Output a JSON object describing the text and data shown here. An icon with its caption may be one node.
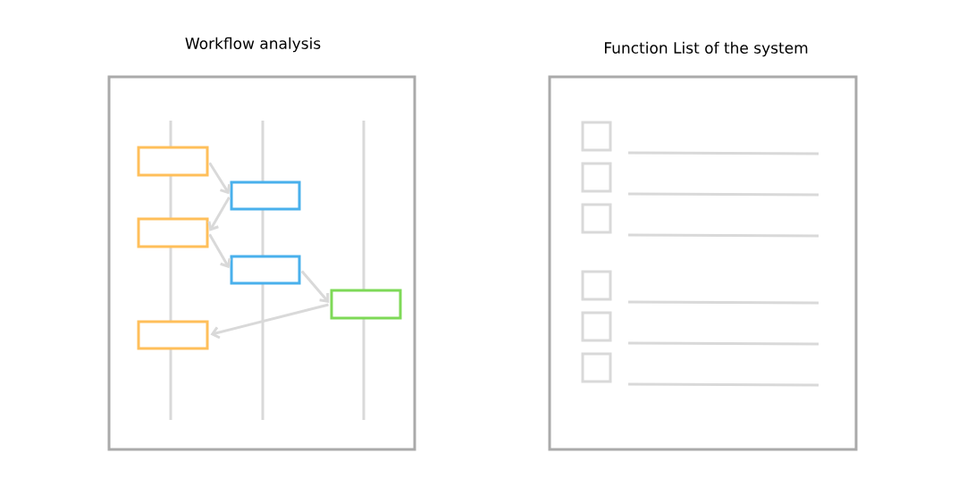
{
  "diagram": {
    "nodes": [
      {
        "text": [
          "Workflow analysis"
        ]
      },
      {
        "text": [
          "Function List of the system"
        ]
      },
      {
        "text": [],
        "shape": "box",
        "in": 0
      },
      {
        "text": [],
        "shape": "box",
        "in": 0
      },
      {
        "text": [],
        "shape": "box",
        "in": 0
      },
      {
        "text": [],
        "shape": "box",
        "in": 0
      },
      {
        "text": [],
        "shape": "box",
        "in": 0
      },
      {
        "text": [],
        "shape": "box",
        "in": 0
      }
    ],
    "edges": [
      {
        "from": 2,
        "to": 3,
        "arrow": "to"
      },
      {
        "from": 3,
        "to": 4,
        "arrow": "to"
      },
      {
        "from": 4,
        "to": 5,
        "arrow": "to"
      },
      {
        "from": 5,
        "to": 6,
        "arrow": "to"
      },
      {
        "from": 6,
        "to": 7,
        "arrow": "to"
      }
    ]
  }
}
